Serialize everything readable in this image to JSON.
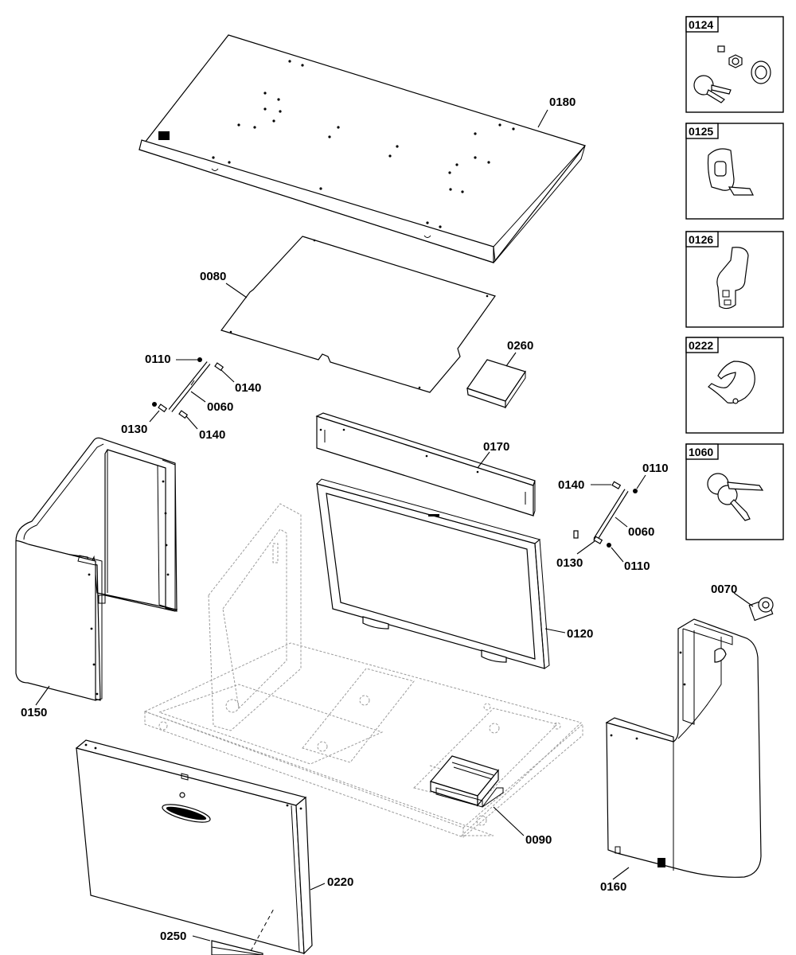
{
  "insets": [
    {
      "label": "0124",
      "icon": "lock-cylinder-kit-icon"
    },
    {
      "label": "0125",
      "icon": "latch-cam-icon"
    },
    {
      "label": "0126",
      "icon": "latch-tab-icon"
    },
    {
      "label": "0222",
      "icon": "hook-cam-icon"
    },
    {
      "label": "1060",
      "icon": "key-set-icon"
    }
  ],
  "callouts": {
    "c0180": "0180",
    "c0080": "0080",
    "c0260": "0260",
    "c0110a": "0110",
    "c0140a": "0140",
    "c0060a": "0060",
    "c0130a": "0130",
    "c0140b": "0140",
    "c0170": "0170",
    "c0140c": "0140",
    "c0110b": "0110",
    "c0060b": "0060",
    "c0130b": "0130",
    "c0110c": "0110",
    "c0070": "0070",
    "c0120": "0120",
    "c0150": "0150",
    "c0090": "0090",
    "c0220": "0220",
    "c0160": "0160",
    "c0250": "0250"
  },
  "colors": {
    "line": "#000000",
    "ghost": "#9a9a9a",
    "background": "#ffffff"
  }
}
